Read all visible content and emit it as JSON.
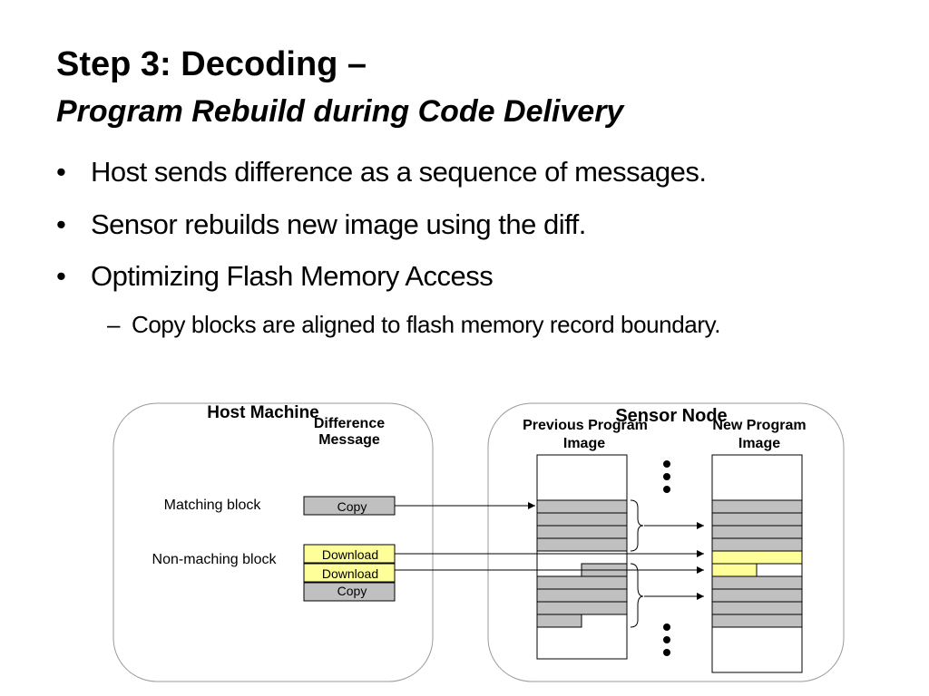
{
  "slide": {
    "title": "Step 3: Decoding –",
    "subtitle": "Program Rebuild during Code Delivery"
  },
  "bullets": [
    {
      "marker": "•",
      "text": "Host sends difference as a sequence of messages."
    },
    {
      "marker": "•",
      "text": "Sensor rebuilds new image using the diff."
    },
    {
      "marker": "•",
      "text": "Optimizing Flash Memory Access"
    }
  ],
  "sub_bullets": [
    {
      "marker": "–",
      "text": "Copy blocks are aligned to flash memory record boundary."
    }
  ],
  "diagram": {
    "host": {
      "title": "Host Machine",
      "message_header": [
        "Difference",
        "Message"
      ],
      "matching_label": "Matching block",
      "nonmatching_label": "Non-maching block",
      "messages": [
        {
          "label": "Copy",
          "kind": "copy"
        },
        {
          "label": "Download",
          "kind": "download"
        },
        {
          "label": "Download",
          "kind": "download"
        },
        {
          "label": "Copy",
          "kind": "copy"
        }
      ]
    },
    "sensor": {
      "title": "Sensor Node",
      "previous_header": [
        "Previous Program",
        "Image"
      ],
      "new_header": [
        "New Program",
        "Image"
      ]
    },
    "colors": {
      "copy_fill": "#c0c0c0",
      "download_fill": "#ffff99",
      "stroke": "#000000",
      "panel_stroke": "#999999"
    }
  }
}
